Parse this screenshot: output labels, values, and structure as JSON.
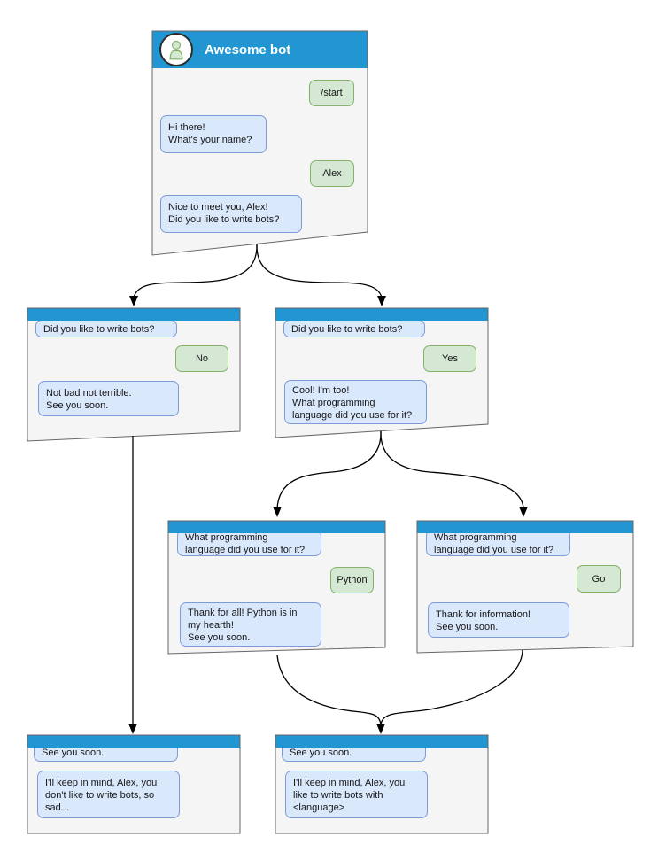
{
  "colors": {
    "header_blue": "#2196d2",
    "window_bg": "#f5f5f5",
    "window_border": "#666666",
    "bot_bubble_fill": "#dae8fc",
    "bot_bubble_border": "#7d9bd7",
    "user_bubble_fill": "#d5e8d4",
    "user_bubble_border": "#82b366",
    "arrow": "#000000"
  },
  "main_window": {
    "title": "Awesome bot",
    "avatar_icon": "person-icon",
    "messages": [
      {
        "sender": "user",
        "text": "/start"
      },
      {
        "sender": "bot",
        "text": "Hi there!\nWhat's your name?"
      },
      {
        "sender": "user",
        "text": "Alex"
      },
      {
        "sender": "bot",
        "text": "Nice to meet you, Alex!\nDid you like to write bots?"
      }
    ]
  },
  "branch_no": {
    "messages": [
      {
        "sender": "bot",
        "text": "Did you like to write bots?"
      },
      {
        "sender": "user",
        "text": "No"
      },
      {
        "sender": "bot",
        "text": "Not bad not terrible.\nSee you soon."
      }
    ]
  },
  "branch_yes": {
    "messages": [
      {
        "sender": "bot",
        "text": "Did you like to write bots?"
      },
      {
        "sender": "user",
        "text": "Yes"
      },
      {
        "sender": "bot",
        "text": "Cool! I'm too!\nWhat programming\nlanguage did you use for it?"
      }
    ]
  },
  "python_window": {
    "messages": [
      {
        "sender": "bot",
        "text": "What programming\nlanguage did you use for it?"
      },
      {
        "sender": "user",
        "text": "Python"
      },
      {
        "sender": "bot",
        "text": "Thank for all! Python is in\nmy hearth!\nSee you soon."
      }
    ]
  },
  "go_window": {
    "messages": [
      {
        "sender": "bot",
        "text": "What programming\nlanguage did you use for it?"
      },
      {
        "sender": "user",
        "text": "Go"
      },
      {
        "sender": "bot",
        "text": "Thank for information!\nSee you soon."
      }
    ]
  },
  "end_no": {
    "messages": [
      {
        "sender": "bot",
        "text": "See you soon."
      },
      {
        "sender": "bot",
        "text": "I'll keep in mind, Alex, you\ndon't like to write bots, so\nsad..."
      }
    ]
  },
  "end_yes": {
    "messages": [
      {
        "sender": "bot",
        "text": "See you soon."
      },
      {
        "sender": "bot",
        "text": "I'll keep in mind, Alex, you\nlike to write bots with\n<language>"
      }
    ]
  }
}
